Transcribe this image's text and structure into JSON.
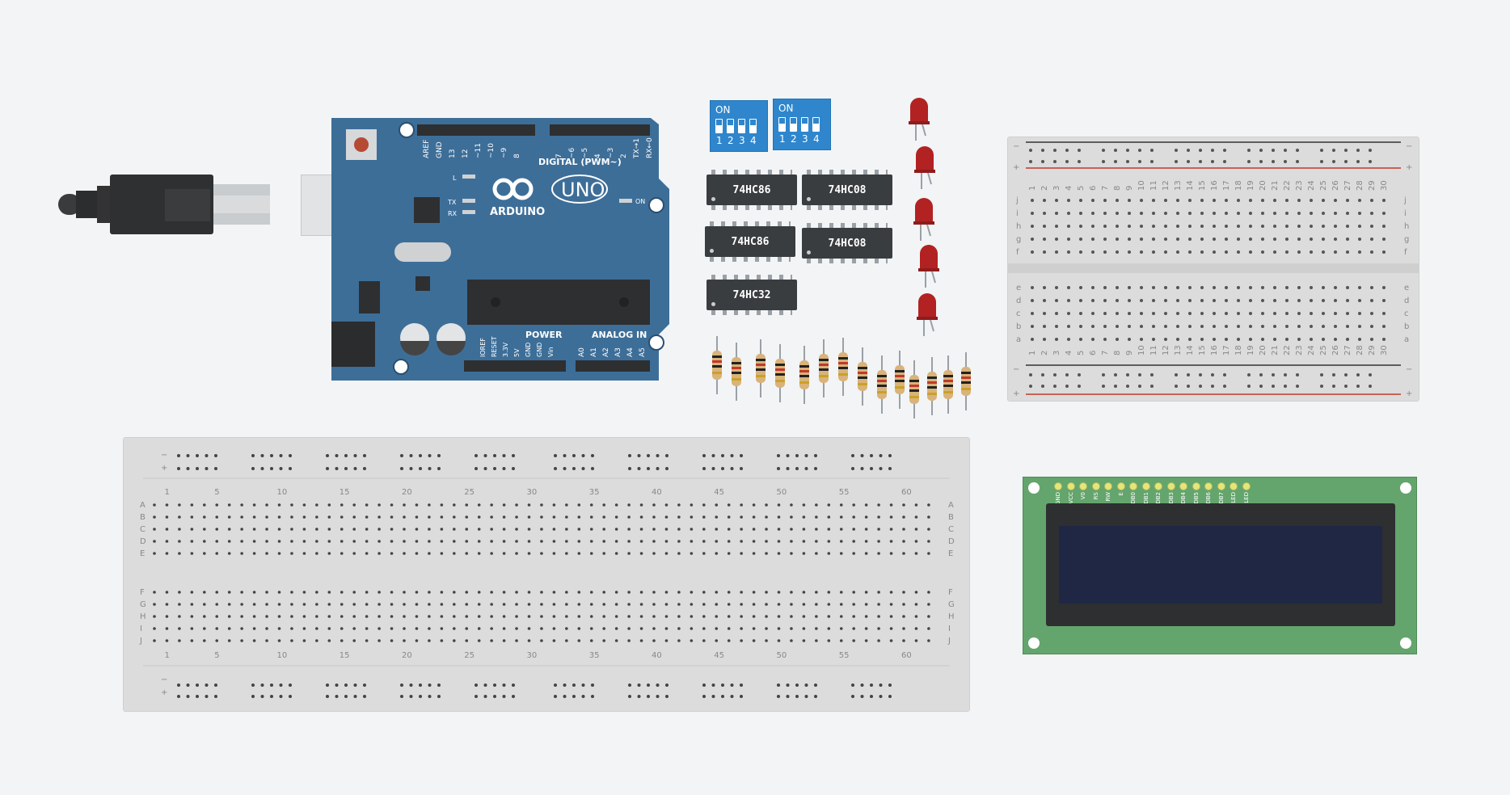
{
  "colors": {
    "background": "#f2f4f6",
    "arduino_board": "#3d6e98",
    "dip_switch": "#2f86cc",
    "chip": "#3a3d40",
    "led": "#b22222",
    "breadboard": "#dcdcdc",
    "lcd_board": "#64a56d",
    "lcd_screen": "#1f2745"
  },
  "arduino": {
    "brand": "ARDUINO",
    "model": "UNO",
    "digital_label": "DIGITAL (PWM~)",
    "power_label": "POWER",
    "analog_label": "ANALOG IN",
    "on_label": "ON",
    "l_label": "L",
    "tx_label": "TX",
    "rx_label": "RX",
    "digital_pins": [
      "AREF",
      "GND",
      "13",
      "12",
      "~11",
      "~10",
      "~9",
      "8",
      "7",
      "~6",
      "~5",
      "4",
      "~3",
      "2",
      "TX→1",
      "RX←0"
    ],
    "power_pins": [
      "IOREF",
      "RESET",
      "3.3V",
      "5V",
      "GND",
      "GND",
      "Vin"
    ],
    "analog_pins": [
      "A0",
      "A1",
      "A2",
      "A3",
      "A4",
      "A5"
    ]
  },
  "dip_switches": [
    {
      "on_label": "ON",
      "numbers": [
        "1",
        "2",
        "3",
        "4"
      ]
    },
    {
      "on_label": "ON",
      "numbers": [
        "1",
        "2",
        "3",
        "4"
      ]
    }
  ],
  "chips": [
    "74HC86",
    "74HC08",
    "74HC86",
    "74HC08",
    "74HC32"
  ],
  "led_count": 5,
  "resistor_count": 14,
  "breadboard_small": {
    "rail_minus": "−",
    "rail_plus": "+",
    "rows_top": [
      "j",
      "i",
      "h",
      "g",
      "f"
    ],
    "rows_bottom": [
      "e",
      "d",
      "c",
      "b",
      "a"
    ],
    "columns": [
      "1",
      "2",
      "3",
      "4",
      "5",
      "6",
      "7",
      "8",
      "9",
      "10",
      "11",
      "12",
      "13",
      "14",
      "15",
      "16",
      "17",
      "18",
      "19",
      "20",
      "21",
      "22",
      "23",
      "24",
      "25",
      "26",
      "27",
      "28",
      "29",
      "30"
    ]
  },
  "breadboard_large": {
    "rail_minus": "−",
    "rail_plus": "+",
    "rows_top": [
      "A",
      "B",
      "C",
      "D",
      "E"
    ],
    "rows_bottom": [
      "F",
      "G",
      "H",
      "I",
      "J"
    ],
    "column_labels": [
      "1",
      "5",
      "10",
      "15",
      "20",
      "25",
      "30",
      "35",
      "40",
      "45",
      "50",
      "55",
      "60"
    ]
  },
  "lcd": {
    "pins": [
      "GND",
      "VCC",
      "V0",
      "RS",
      "RW",
      "E",
      "DB0",
      "DB1",
      "DB2",
      "DB3",
      "DB4",
      "DB5",
      "DB6",
      "DB7",
      "LED",
      "LED"
    ]
  }
}
